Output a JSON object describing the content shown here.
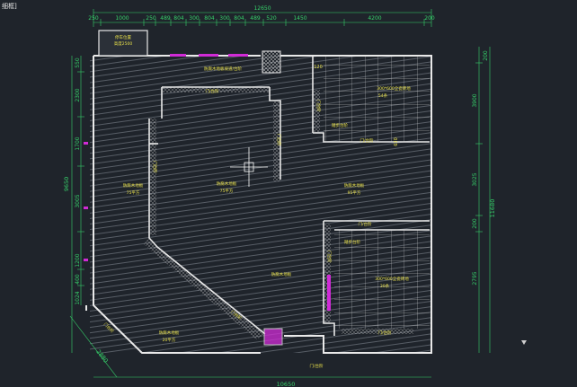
{
  "window": {
    "title": "细框]"
  },
  "colors": {
    "background": "#1f242b",
    "wall": "#e9e9e9",
    "hatch": "#8f96a0",
    "dimension": "#36d16a",
    "label": "#e8e04a",
    "magenta": "#d02bd6"
  },
  "dimensions": {
    "top_overall": "12650",
    "top_segments": [
      "250",
      "1000",
      "250",
      "489",
      "804",
      "300",
      "804",
      "300",
      "804",
      "489",
      "520",
      "1450",
      "4200",
      "200"
    ],
    "left_overall": "9650",
    "left_segments": [
      "550",
      "2300",
      "1700",
      "3005",
      "1200",
      "400",
      "1024"
    ],
    "right_overall": "11680",
    "right_segments": [
      "200",
      "3900",
      "3025",
      "200",
      "2795"
    ],
    "bottom_overall": "10650",
    "diagonal": "2880"
  },
  "labels": {
    "parking": "停车位置",
    "parking_sub": "高度2500",
    "corridor_top": "防腐木地板坡道/台阶",
    "door_1": "门/台阶",
    "room_center": "防腐木地板",
    "room_center_area": "75平方",
    "room_left": "防腐木地板",
    "room_left_area": "75平方",
    "room_right": "防腐木地板",
    "room_right_area": "95平方",
    "room_lower": "防腐木地板",
    "room_bottom_left": "防腐木地板",
    "room_bottom_left_area": "20平方",
    "tiles_top": "300*600全瓷砖地",
    "tiles_top_area": "54条",
    "tiles_bottom": "300*600全瓷砖地",
    "tiles_bottom_area": "30条",
    "step_top": "踏步台阶",
    "step_right": "门/台阶",
    "door_right": "门/台阶",
    "step_right2": "踏步台阶",
    "door_bottom": "门/台阶",
    "gate": "门/台阶",
    "wall_label_1": "门台阶",
    "wall_label_2": "门台阶",
    "wall_label_3": "门台阶",
    "wall_label_4": "门台阶",
    "wall_label_5": "门台阶",
    "wall_label_6": "门台阶",
    "num_120": "120",
    "num_630": "630"
  }
}
